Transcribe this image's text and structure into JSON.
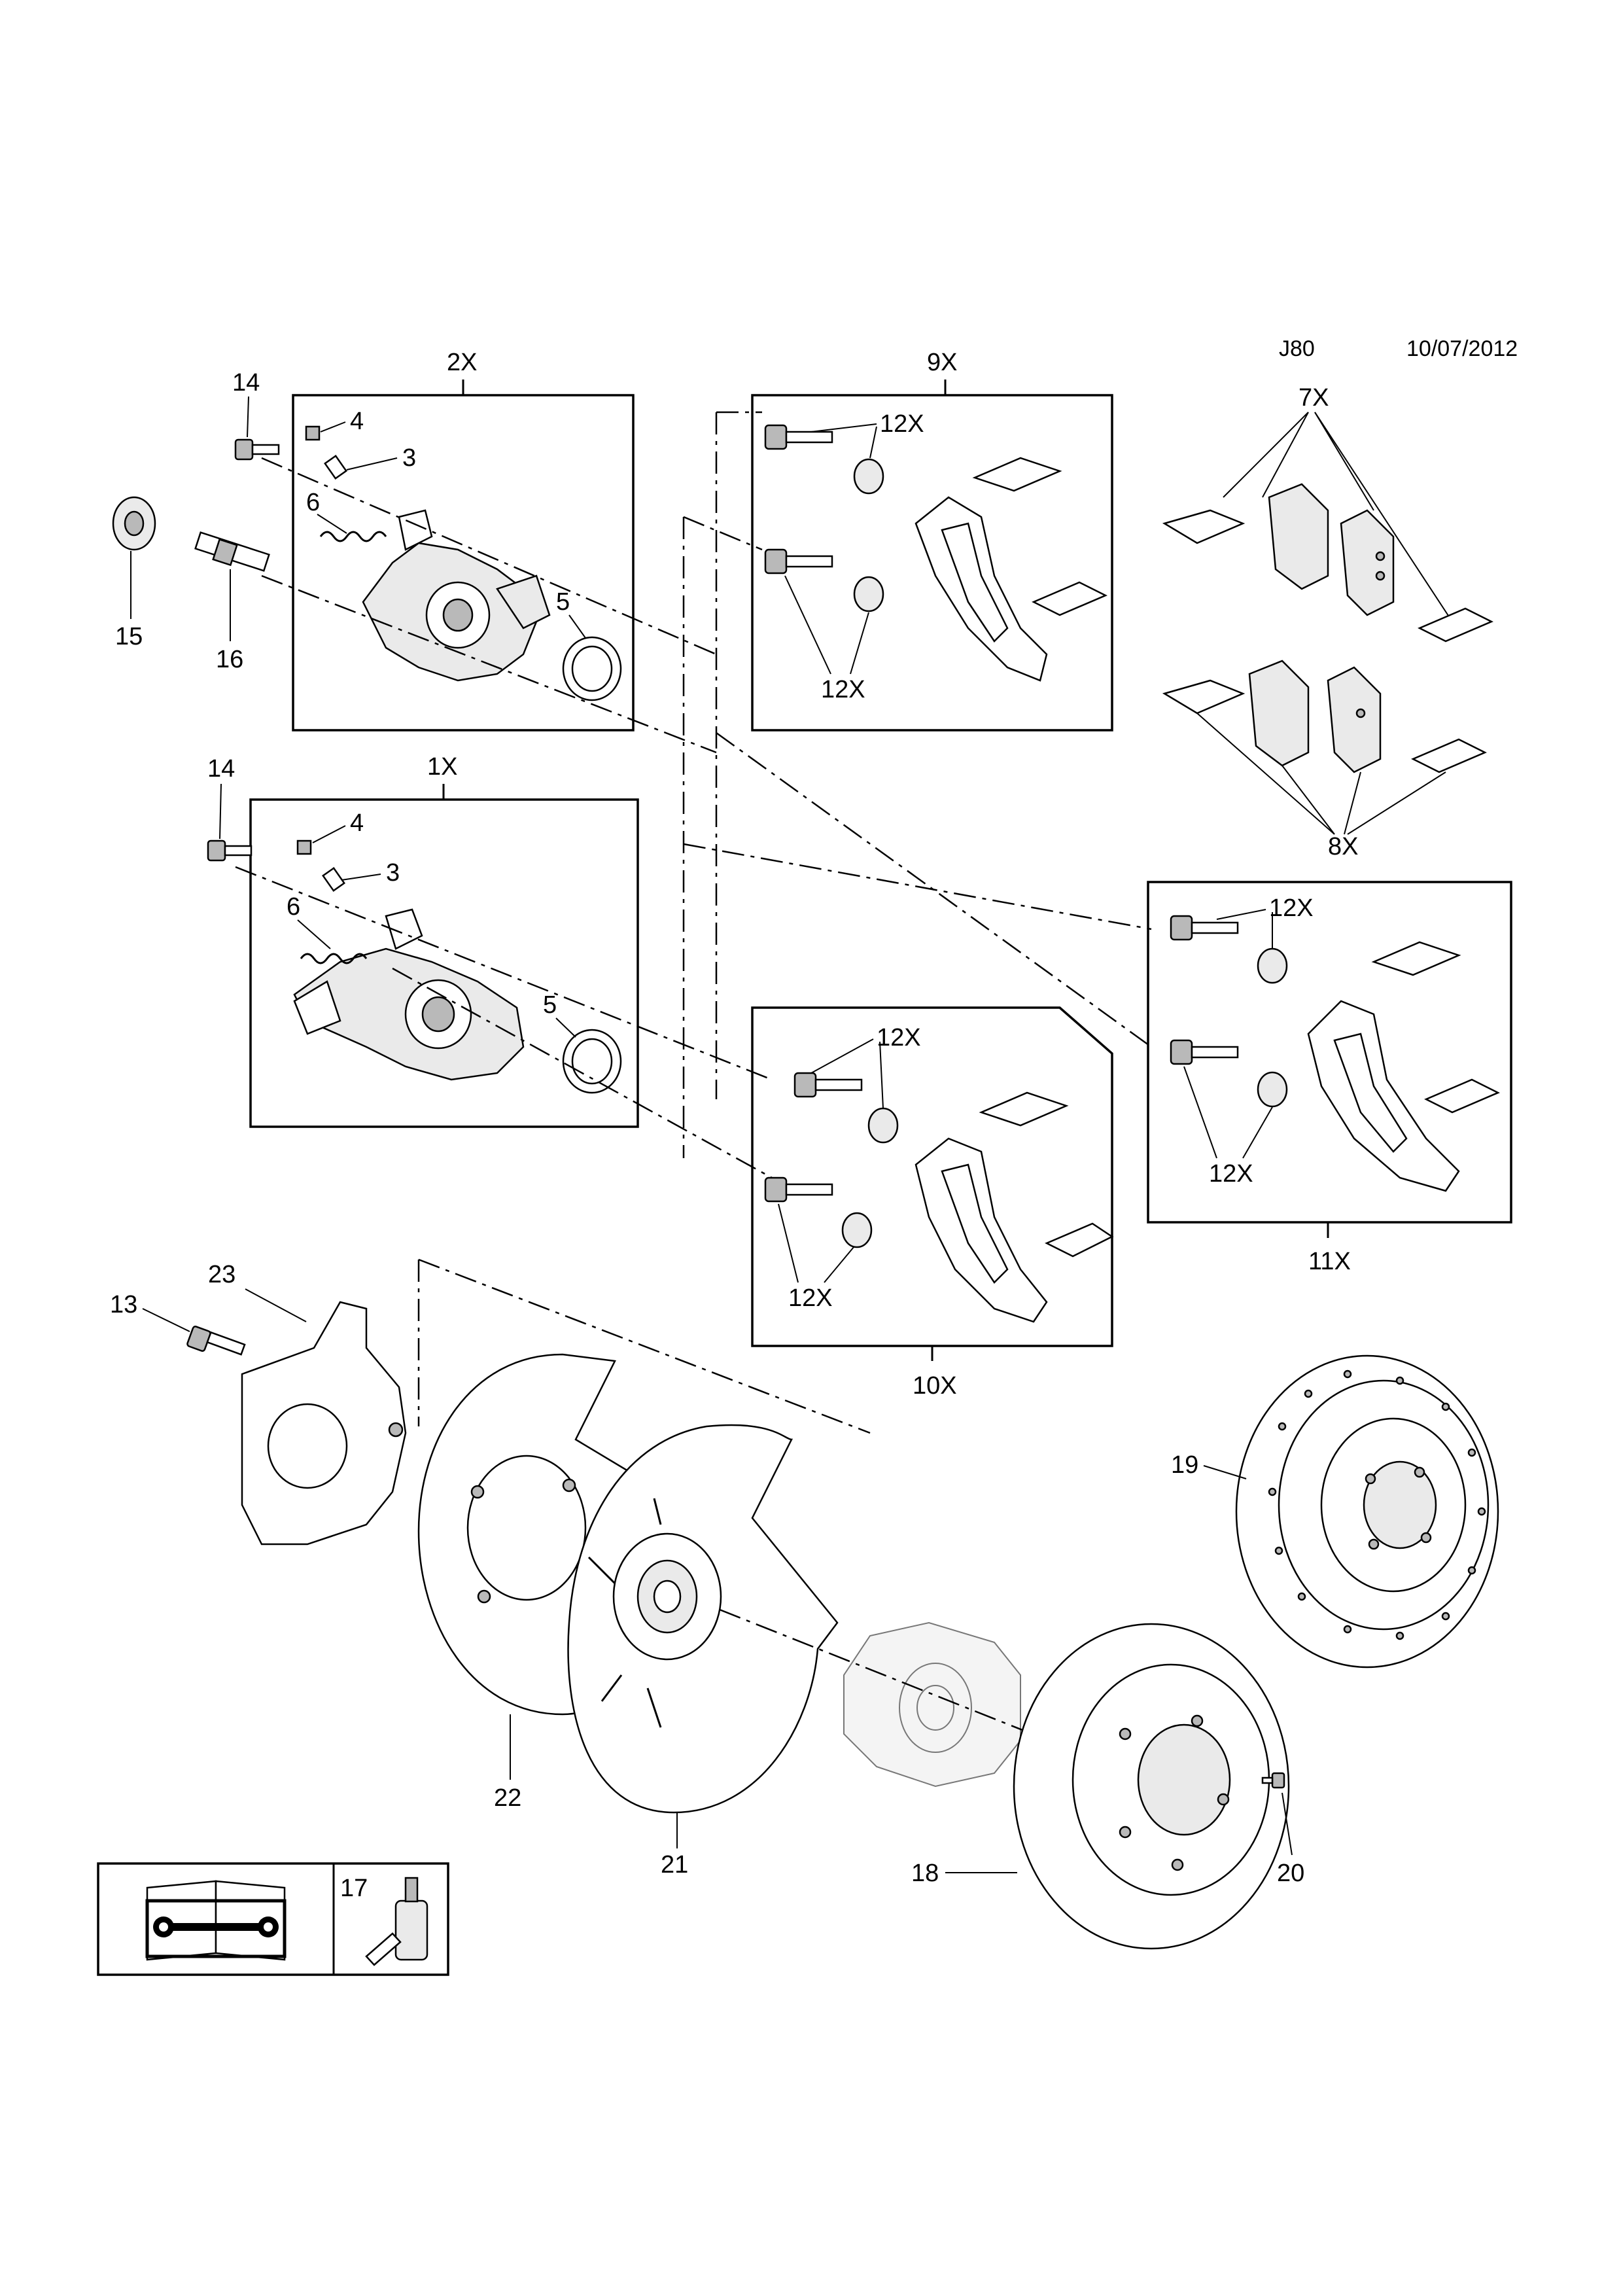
{
  "header": {
    "code": "J80",
    "date": "10/07/2012"
  },
  "groups": {
    "g2X": "2X",
    "g1X": "1X",
    "g9X": "9X",
    "g10X": "10X",
    "g11X": "11X",
    "g7X": "7X",
    "g8X": "8X"
  },
  "labels": {
    "l14a": "14",
    "l4a": "4",
    "l3a": "3",
    "l6a": "6",
    "l5a": "5",
    "l15": "15",
    "l16": "16",
    "l14b": "14",
    "l4b": "4",
    "l3b": "3",
    "l6b": "6",
    "l5b": "5",
    "l12x_9a": "12X",
    "l12x_9b": "12X",
    "l12x_10a": "12X",
    "l12x_10b": "12X",
    "l12x_11a": "12X",
    "l12x_11b": "12X",
    "l13": "13",
    "l23": "23",
    "l22": "22",
    "l21": "21",
    "l18": "18",
    "l19": "19",
    "l20": "20",
    "l17": "17"
  },
  "icons": {
    "manual": "manual-wrench-book-icon",
    "adhesive": "adhesive-bottle-icon"
  }
}
